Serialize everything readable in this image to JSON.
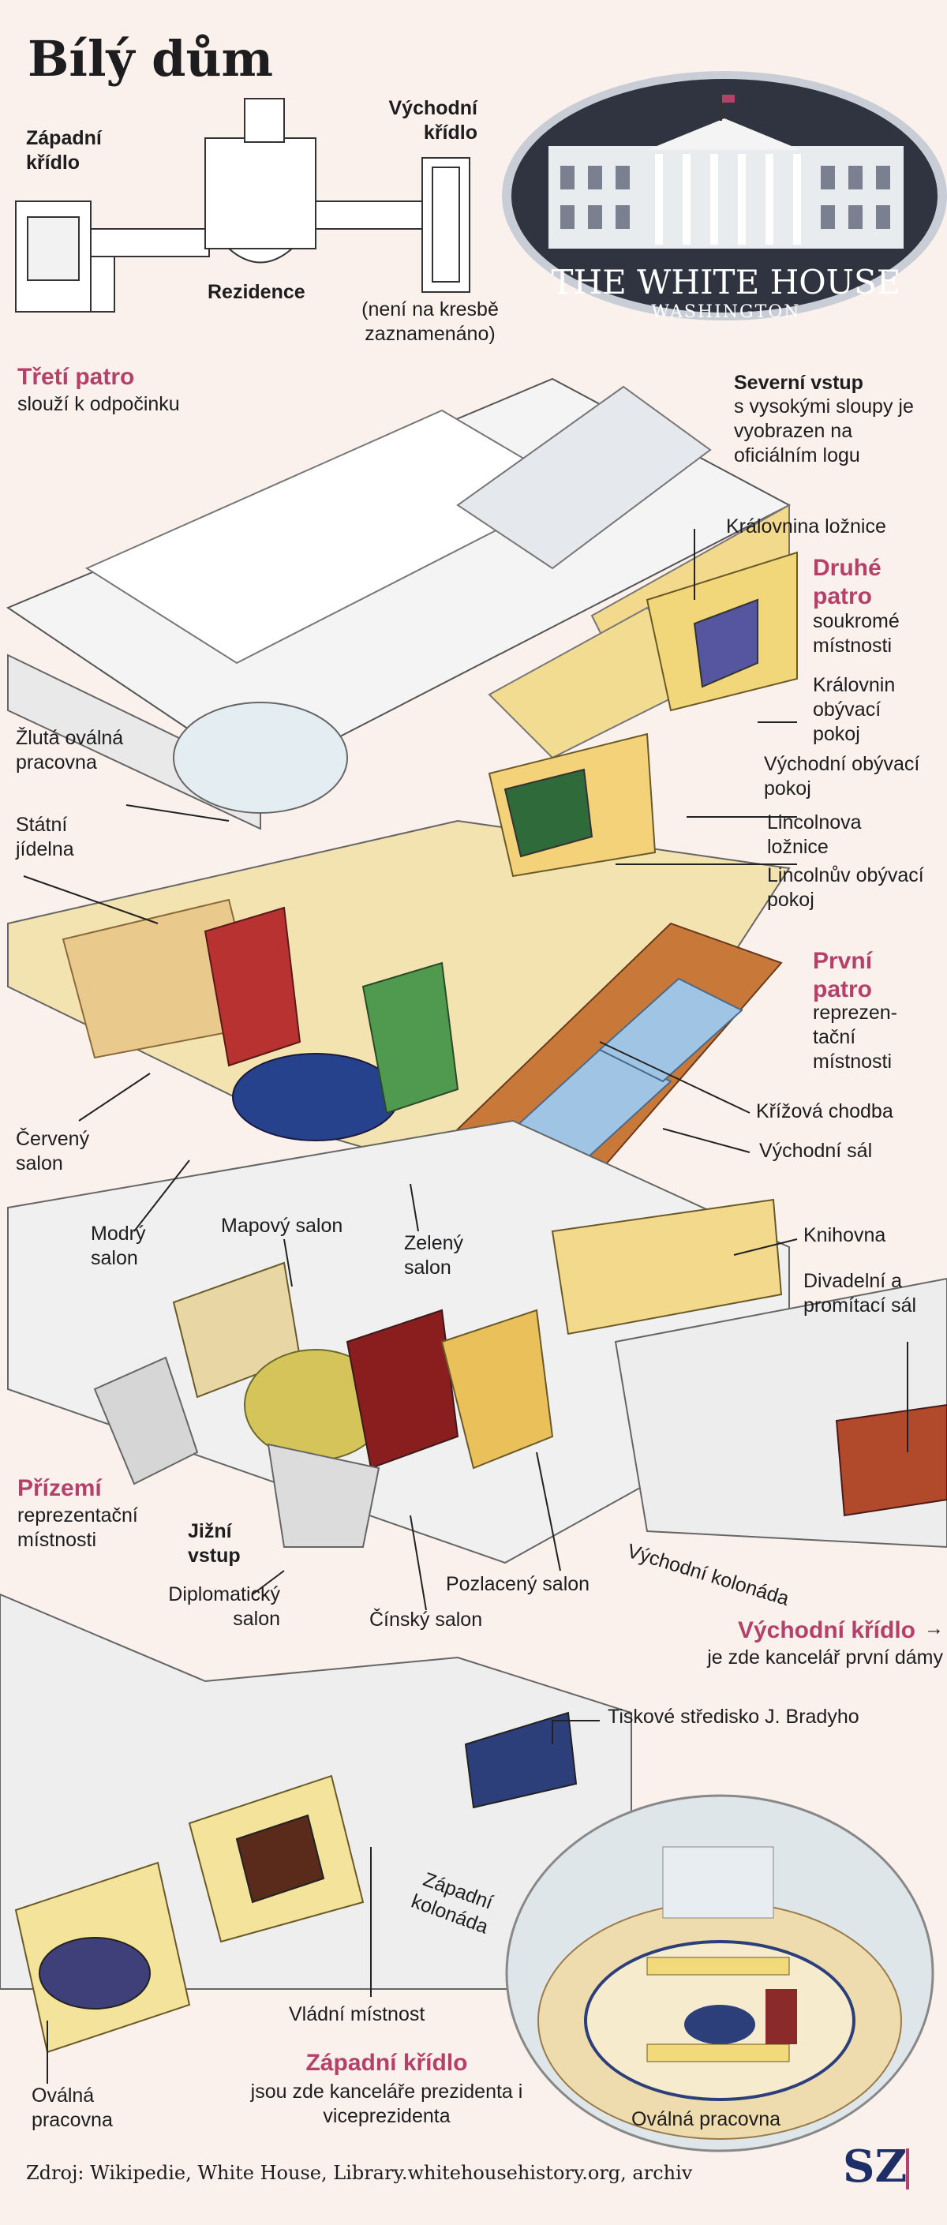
{
  "title": "Bílý dům",
  "overview": {
    "west_wing": "Západní křídlo",
    "east_wing": "Východní křídlo",
    "residence": "Rezidence",
    "not_drawn": "(není na kresbě zaznamenáno)"
  },
  "logo": {
    "line1": "THE WHITE HOUSE",
    "line2": "WASHINGTON"
  },
  "floors": {
    "third": {
      "name": "Třetí patro",
      "desc": "slouží k odpočinku"
    },
    "second": {
      "name": "Druhé patro",
      "desc": "soukromé místnosti"
    },
    "first": {
      "name": "První patro",
      "desc": "reprezen-tační místnosti"
    },
    "ground": {
      "name": "Přízemí",
      "desc": "reprezentační místnosti"
    },
    "east_wing": {
      "name": "Východní křídlo",
      "desc": "je zde kancelář první dámy"
    },
    "west_wing": {
      "name": "Západní křídlo",
      "desc": "jsou zde kanceláře prezidenta i viceprezidenta"
    }
  },
  "north_entrance": {
    "name": "Severní vstup",
    "desc": "s vysokými sloupy je vyobrazen na oficiálním logu"
  },
  "rooms": {
    "queens_bedroom": "Královnina ložnice",
    "queens_sitting": "Královnin obývací pokoj",
    "east_sitting": "Východní obývací pokoj",
    "lincoln_bedroom": "Lincolnova ložnice",
    "lincoln_sitting": "Lincolnův obývací pokoj",
    "yellow_oval": "Žlutá oválná pracovna",
    "state_dining": "Státní jídelna",
    "cross_hall": "Křížová chodba",
    "east_room": "Východní sál",
    "red_room": "Červený salon",
    "blue_room": "Modrý salon",
    "map_room": "Mapový salon",
    "green_room": "Zelený salon",
    "library": "Knihovna",
    "theater": "Divadelní a promítací sál",
    "south_entrance": "Jižní vstup",
    "diplomatic": "Diplomatický salon",
    "vermeil": "Pozlacený salon",
    "china": "Čínský salon",
    "east_colonnade": "Východní kolonáda",
    "press_center": "Tiskové středisko J. Bradyho",
    "west_colonnade": "Západní kolonáda",
    "cabinet": "Vládní místnost",
    "oval_office_left": "Oválná pracovna",
    "oval_office_right": "Oválná pracovna"
  },
  "source": "Zdroj: Wikipedie, White House, Library.whitehousehistory.org, archiv",
  "brand": "SZ",
  "arrow": "→",
  "colors": {
    "accent": "#b5416b",
    "background": "#fbf1ec",
    "logo_bg": "#2f3440",
    "brand": "#1e2e67"
  }
}
